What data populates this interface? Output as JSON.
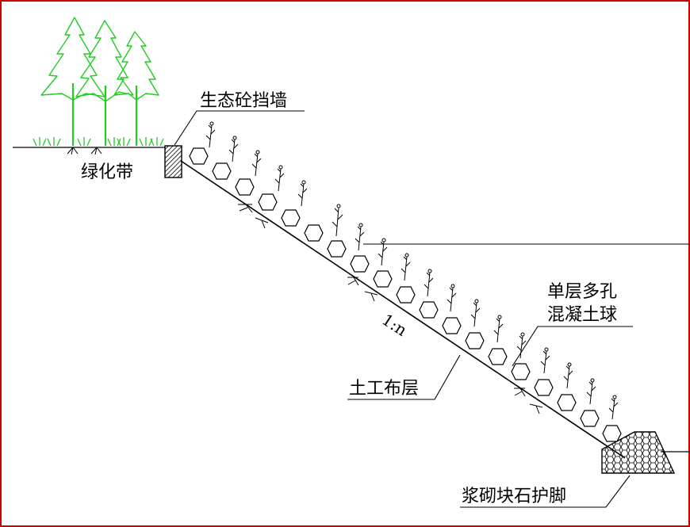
{
  "labels": {
    "eco_wall": "生态砼挡墙",
    "green_belt": "绿化带",
    "ball_line1": "单层多孔",
    "ball_line2": "混凝土球",
    "ratio": "1:n",
    "geotextile": "土工布层",
    "toe": "浆砌块石护脚"
  },
  "colors": {
    "border": "#cc0000",
    "ink": "#000000",
    "tree": "#22cc22"
  },
  "icons": {
    "tree": "pine-tree-icon",
    "plant": "sprout-icon",
    "ball": "porous-concrete-ball-icon"
  }
}
